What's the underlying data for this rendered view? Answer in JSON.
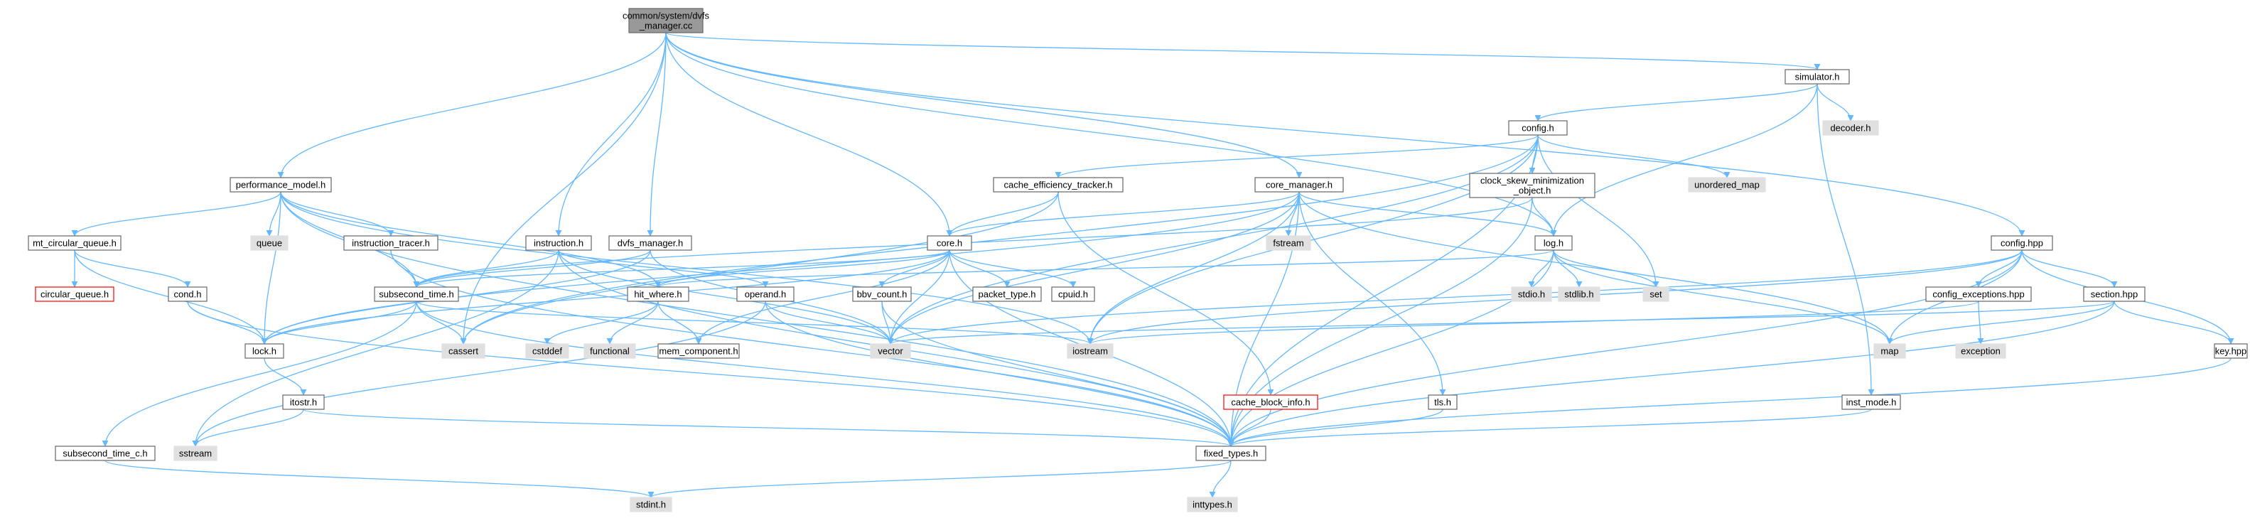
{
  "colors": {
    "edge": "#63b8ff",
    "node_fill": "#ffffff",
    "node_stroke": "#666666",
    "root_fill": "#999999",
    "root_stroke": "#666666",
    "system_fill": "#e0e0e0",
    "system_stroke": "#e0e0e0",
    "missing_stroke": "#ff0000",
    "text": "#000000"
  },
  "nodes": [
    {
      "id": "root",
      "label": [
        "common/system/dvfs",
        "_manager.cc"
      ],
      "kind": "root"
    },
    {
      "id": "perf",
      "label": [
        "performance_model.h"
      ],
      "kind": "normal"
    },
    {
      "id": "instr",
      "label": [
        "instruction.h"
      ],
      "kind": "normal"
    },
    {
      "id": "dvfsm",
      "label": [
        "dvfs_manager.h"
      ],
      "kind": "normal"
    },
    {
      "id": "coreh",
      "label": [
        "core.h"
      ],
      "kind": "normal"
    },
    {
      "id": "coremgr",
      "label": [
        "core_manager.h"
      ],
      "kind": "normal"
    },
    {
      "id": "simh",
      "label": [
        "simulator.h"
      ],
      "kind": "normal"
    },
    {
      "id": "confighpp",
      "label": [
        "config.hpp"
      ],
      "kind": "normal"
    },
    {
      "id": "configh",
      "label": [
        "config.h"
      ],
      "kind": "normal"
    },
    {
      "id": "decoder",
      "label": [
        "decoder.h"
      ],
      "kind": "system"
    },
    {
      "id": "cacheeff",
      "label": [
        "cache_efficiency_tracker.h"
      ],
      "kind": "normal"
    },
    {
      "id": "clockskew",
      "label": [
        "clock_skew_minimization",
        "_object.h"
      ],
      "kind": "normal"
    },
    {
      "id": "unordmap",
      "label": [
        "unordered_map"
      ],
      "kind": "system"
    },
    {
      "id": "mtcq",
      "label": [
        "mt_circular_queue.h"
      ],
      "kind": "normal"
    },
    {
      "id": "queue",
      "label": [
        "queue"
      ],
      "kind": "system"
    },
    {
      "id": "itrace",
      "label": [
        "instruction_tracer.h"
      ],
      "kind": "normal"
    },
    {
      "id": "fstream",
      "label": [
        "fstream"
      ],
      "kind": "system"
    },
    {
      "id": "logh",
      "label": [
        "log.h"
      ],
      "kind": "normal"
    },
    {
      "id": "cq",
      "label": [
        "circular_queue.h"
      ],
      "kind": "missing"
    },
    {
      "id": "condh",
      "label": [
        "cond.h"
      ],
      "kind": "normal"
    },
    {
      "id": "subsec",
      "label": [
        "subsecond_time.h"
      ],
      "kind": "normal"
    },
    {
      "id": "hitw",
      "label": [
        "hit_where.h"
      ],
      "kind": "normal"
    },
    {
      "id": "operand",
      "label": [
        "operand.h"
      ],
      "kind": "normal"
    },
    {
      "id": "bbv",
      "label": [
        "bbv_count.h"
      ],
      "kind": "normal"
    },
    {
      "id": "packet",
      "label": [
        "packet_type.h"
      ],
      "kind": "normal"
    },
    {
      "id": "cpuid",
      "label": [
        "cpuid.h"
      ],
      "kind": "normal"
    },
    {
      "id": "stdio",
      "label": [
        "stdio.h"
      ],
      "kind": "system"
    },
    {
      "id": "stdlib",
      "label": [
        "stdlib.h"
      ],
      "kind": "system"
    },
    {
      "id": "set",
      "label": [
        "set"
      ],
      "kind": "system"
    },
    {
      "id": "cfgexc",
      "label": [
        "config_exceptions.hpp"
      ],
      "kind": "normal"
    },
    {
      "id": "section",
      "label": [
        "section.hpp"
      ],
      "kind": "normal"
    },
    {
      "id": "lockh",
      "label": [
        "lock.h"
      ],
      "kind": "normal"
    },
    {
      "id": "cassert",
      "label": [
        "cassert"
      ],
      "kind": "system"
    },
    {
      "id": "cstddef",
      "label": [
        "cstddef"
      ],
      "kind": "system"
    },
    {
      "id": "functional",
      "label": [
        "functional"
      ],
      "kind": "system"
    },
    {
      "id": "memcomp",
      "label": [
        "mem_component.h"
      ],
      "kind": "normal"
    },
    {
      "id": "vector",
      "label": [
        "vector"
      ],
      "kind": "system"
    },
    {
      "id": "iostream",
      "label": [
        "iostream"
      ],
      "kind": "system"
    },
    {
      "id": "map",
      "label": [
        "map"
      ],
      "kind": "system"
    },
    {
      "id": "exception",
      "label": [
        "exception"
      ],
      "kind": "system"
    },
    {
      "id": "keyhpp",
      "label": [
        "key.hpp"
      ],
      "kind": "normal"
    },
    {
      "id": "itostr",
      "label": [
        "itostr.h"
      ],
      "kind": "normal"
    },
    {
      "id": "cbi",
      "label": [
        "cache_block_info.h"
      ],
      "kind": "missing"
    },
    {
      "id": "tlsh",
      "label": [
        "tls.h"
      ],
      "kind": "normal"
    },
    {
      "id": "instmode",
      "label": [
        "inst_mode.h"
      ],
      "kind": "normal"
    },
    {
      "id": "subsecc",
      "label": [
        "subsecond_time_c.h"
      ],
      "kind": "normal"
    },
    {
      "id": "sstream",
      "label": [
        "sstream"
      ],
      "kind": "system"
    },
    {
      "id": "fixed",
      "label": [
        "fixed_types.h"
      ],
      "kind": "normal"
    },
    {
      "id": "stdint",
      "label": [
        "stdint.h"
      ],
      "kind": "system"
    },
    {
      "id": "inttypes",
      "label": [
        "inttypes.h"
      ],
      "kind": "system"
    }
  ],
  "edges": [
    [
      "root",
      "perf"
    ],
    [
      "root",
      "instr"
    ],
    [
      "root",
      "dvfsm"
    ],
    [
      "root",
      "coreh"
    ],
    [
      "root",
      "coremgr"
    ],
    [
      "root",
      "simh"
    ],
    [
      "root",
      "confighpp"
    ],
    [
      "root",
      "cassert"
    ],
    [
      "root",
      "logh"
    ],
    [
      "perf",
      "mtcq"
    ],
    [
      "perf",
      "queue"
    ],
    [
      "perf",
      "itrace"
    ],
    [
      "perf",
      "subsec"
    ],
    [
      "perf",
      "hitw"
    ],
    [
      "perf",
      "lockh"
    ],
    [
      "perf",
      "fixed"
    ],
    [
      "perf",
      "iostream"
    ],
    [
      "mtcq",
      "cq"
    ],
    [
      "mtcq",
      "condh"
    ],
    [
      "mtcq",
      "lockh"
    ],
    [
      "condh",
      "lockh"
    ],
    [
      "condh",
      "fixed"
    ],
    [
      "itrace",
      "subsec"
    ],
    [
      "itrace",
      "fixed"
    ],
    [
      "instr",
      "subsec"
    ],
    [
      "instr",
      "operand"
    ],
    [
      "instr",
      "fixed"
    ],
    [
      "instr",
      "sstream"
    ],
    [
      "instr",
      "vector"
    ],
    [
      "dvfsm",
      "subsec"
    ],
    [
      "dvfsm",
      "lockh"
    ],
    [
      "dvfsm",
      "vector"
    ],
    [
      "coreh",
      "subsec"
    ],
    [
      "coreh",
      "hitw"
    ],
    [
      "coreh",
      "bbv"
    ],
    [
      "coreh",
      "packet"
    ],
    [
      "coreh",
      "cpuid"
    ],
    [
      "coreh",
      "lockh"
    ],
    [
      "coreh",
      "vector"
    ],
    [
      "coreh",
      "fixed"
    ],
    [
      "coreh",
      "memcomp"
    ],
    [
      "coremgr",
      "logh"
    ],
    [
      "coremgr",
      "coreh"
    ],
    [
      "coremgr",
      "fstream"
    ],
    [
      "coremgr",
      "tlsh"
    ],
    [
      "coremgr",
      "iostream"
    ],
    [
      "coremgr",
      "vector"
    ],
    [
      "coremgr",
      "map"
    ],
    [
      "coremgr",
      "fixed"
    ],
    [
      "coremgr",
      "lockh"
    ],
    [
      "simh",
      "configh"
    ],
    [
      "simh",
      "decoder"
    ],
    [
      "simh",
      "logh"
    ],
    [
      "simh",
      "instmode"
    ],
    [
      "configh",
      "cacheeff"
    ],
    [
      "configh",
      "clockskew"
    ],
    [
      "configh",
      "unordmap"
    ],
    [
      "configh",
      "set"
    ],
    [
      "configh",
      "iostream"
    ],
    [
      "configh",
      "vector"
    ],
    [
      "configh",
      "fixed"
    ],
    [
      "configh",
      "cassert"
    ],
    [
      "cacheeff",
      "coreh"
    ],
    [
      "cacheeff",
      "cbi"
    ],
    [
      "cacheeff",
      "cassert"
    ],
    [
      "clockskew",
      "logh"
    ],
    [
      "clockskew",
      "fixed"
    ],
    [
      "clockskew",
      "subsec"
    ],
    [
      "confighpp",
      "cfgexc"
    ],
    [
      "confighpp",
      "section"
    ],
    [
      "confighpp",
      "keyhpp"
    ],
    [
      "confighpp",
      "map"
    ],
    [
      "confighpp",
      "iostream"
    ],
    [
      "confighpp",
      "vector"
    ],
    [
      "confighpp",
      "fixed"
    ],
    [
      "cfgexc",
      "exception"
    ],
    [
      "cfgexc",
      "iostream"
    ],
    [
      "section",
      "keyhpp"
    ],
    [
      "section",
      "map"
    ],
    [
      "section",
      "vector"
    ],
    [
      "section",
      "fixed"
    ],
    [
      "keyhpp",
      "fixed"
    ],
    [
      "logh",
      "stdio"
    ],
    [
      "logh",
      "stdlib"
    ],
    [
      "logh",
      "set"
    ],
    [
      "logh",
      "map"
    ],
    [
      "logh",
      "fixed"
    ],
    [
      "logh",
      "hitw"
    ],
    [
      "subsec",
      "lockh"
    ],
    [
      "subsec",
      "cassert"
    ],
    [
      "subsec",
      "fixed"
    ],
    [
      "subsec",
      "iostream"
    ],
    [
      "subsec",
      "subsecc"
    ],
    [
      "hitw",
      "cstddef"
    ],
    [
      "hitw",
      "functional"
    ],
    [
      "hitw",
      "memcomp"
    ],
    [
      "operand",
      "vector"
    ],
    [
      "operand",
      "fixed"
    ],
    [
      "operand",
      "sstream"
    ],
    [
      "bbv",
      "vector"
    ],
    [
      "bbv",
      "fixed"
    ],
    [
      "lockh",
      "itostr"
    ],
    [
      "itostr",
      "sstream"
    ],
    [
      "itostr",
      "fixed"
    ],
    [
      "cbi",
      "fixed"
    ],
    [
      "tlsh",
      "fixed"
    ],
    [
      "instmode",
      "fixed"
    ],
    [
      "subsecc",
      "stdint"
    ],
    [
      "fixed",
      "stdint"
    ],
    [
      "fixed",
      "inttypes"
    ]
  ]
}
